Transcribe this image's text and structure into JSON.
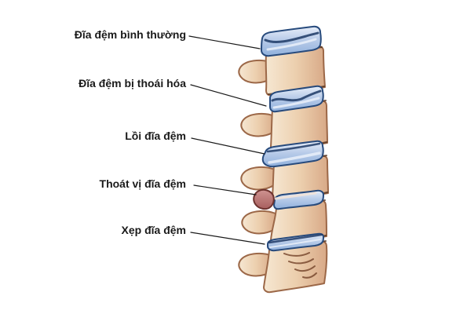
{
  "labels": [
    {
      "id": "normal-disc",
      "text": "Đĩa đệm bình thường"
    },
    {
      "id": "degenerated-disc",
      "text": "Đĩa đệm bị thoái hóa"
    },
    {
      "id": "bulging-disc",
      "text": "Lồi đĩa đệm"
    },
    {
      "id": "herniated-disc",
      "text": "Thoát vị đĩa đệm"
    },
    {
      "id": "collapsed-disc",
      "text": "Xẹp đĩa đệm"
    }
  ],
  "colors": {
    "background": "#ffffff",
    "label_text": "#1a1a1a",
    "leader_line": "#1a1a1a",
    "bone_light": "#f6e7d2",
    "bone": "#eccfae",
    "bone_dark": "#d8a987",
    "bone_outline": "#9c6848",
    "bone_crease": "#4a2c1a",
    "wrinkle": "#7a4a30",
    "disc_highlight": "#e7eef9",
    "disc": "#b9cce9",
    "disc_deep": "#8fb0dc",
    "disc_outline": "#274a7c",
    "disc_crease": "#1e3a66",
    "hernia_light": "#cf9391",
    "hernia": "#a85f5e",
    "hernia_outline": "#6e332f"
  }
}
